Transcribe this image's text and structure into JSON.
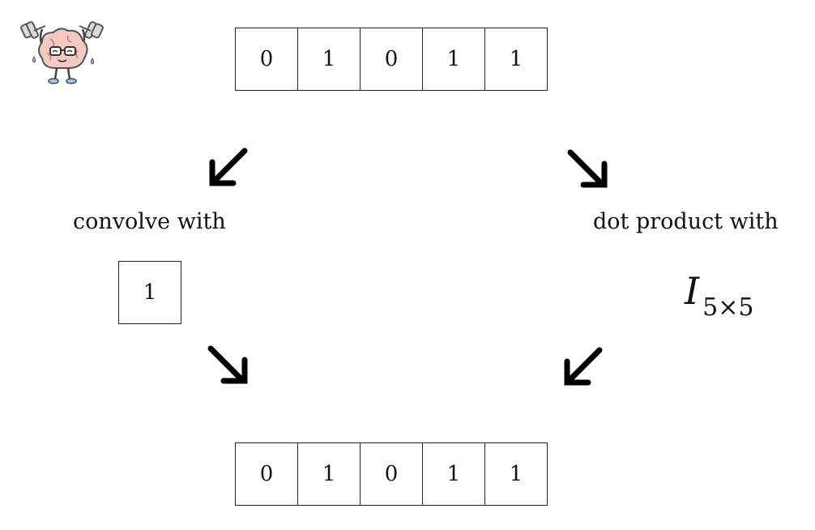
{
  "top_array": [
    "0",
    "1",
    "0",
    "1",
    "1"
  ],
  "bottom_array": [
    "0",
    "1",
    "0",
    "1",
    "1"
  ],
  "kernel": [
    "1"
  ],
  "labels": {
    "convolve": "convolve with",
    "dot_product": "dot product with"
  },
  "identity": {
    "symbol": "I",
    "subscript": "5×5"
  },
  "icons": {
    "mascot": "brain-lifting-weights-icon",
    "arrows": [
      "arrow-down-left-icon",
      "arrow-down-right-icon",
      "arrow-down-right-icon",
      "arrow-down-left-icon"
    ]
  },
  "colors": {
    "ink": "#111111",
    "brain": "#f4c9c2",
    "background": "#ffffff"
  }
}
